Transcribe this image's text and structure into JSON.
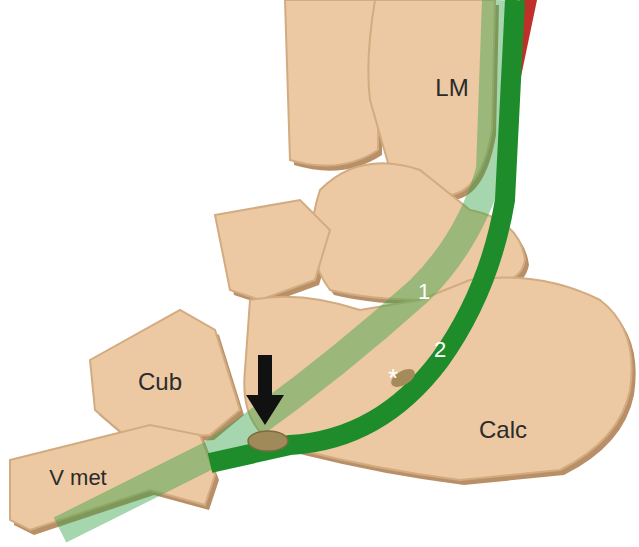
{
  "diagram": {
    "labels": [
      "LM",
      "1",
      "2",
      "*",
      "Cub",
      "Calc",
      "V met"
    ]
  }
}
